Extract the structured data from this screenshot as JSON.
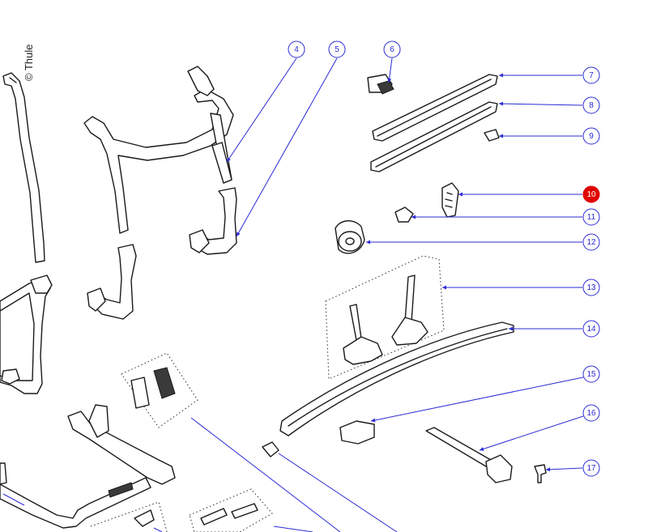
{
  "credit": "© Thule",
  "colors": {
    "leader": "#2b2bd6",
    "callout_stroke": "#2b2bd6",
    "callout_fill": "#ffffff",
    "callout_text": "#2b2bd6",
    "highlight_fill": "#e00000",
    "highlight_text": "#ffffff"
  },
  "callouts": [
    {
      "number": "4"
    },
    {
      "number": "5"
    },
    {
      "number": "6"
    },
    {
      "number": "7"
    },
    {
      "number": "8"
    },
    {
      "number": "9"
    },
    {
      "number": "10",
      "highlighted": true
    },
    {
      "number": "11"
    },
    {
      "number": "12"
    },
    {
      "number": "13"
    },
    {
      "number": "14"
    },
    {
      "number": "15"
    },
    {
      "number": "16"
    },
    {
      "number": "17"
    }
  ]
}
